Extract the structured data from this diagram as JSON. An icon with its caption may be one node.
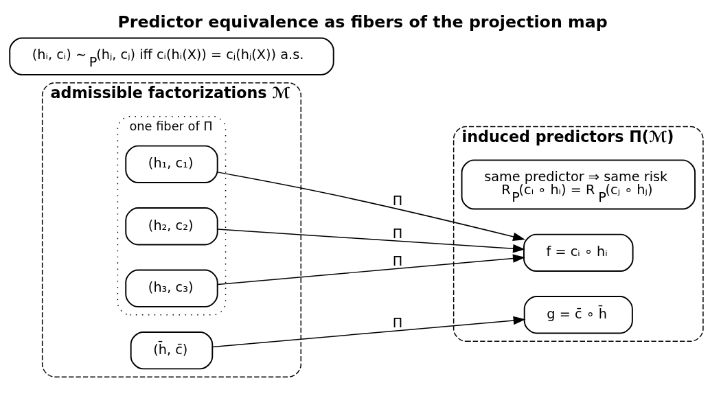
{
  "diagram": {
    "title": "Predictor equivalence as fibers of the projection map",
    "nodes": [
      {
        "text": [
          "admissible factorizations ℳ"
        ]
      },
      {
        "text": [
          "one fiber of Π"
        ],
        "in": 0
      },
      {
        "text": [
          "(h₁, c₁)"
        ],
        "in": 1
      },
      {
        "text": [
          "(h₂, c₂)"
        ],
        "in": 1
      },
      {
        "text": [
          "(h₃, c₃)"
        ],
        "in": 1
      },
      {
        "text": [
          "(h̄, c̄)"
        ],
        "in": 0
      },
      {
        "text": [
          "induced predictors Π(ℳ)"
        ]
      },
      {
        "text": [
          "same predictor ⇒ same risk",
          "R$_{P}$(cᵢ ∘ hᵢ) = R$_{P}$(cⱼ ∘ hⱼ)"
        ],
        "in": 6
      },
      {
        "text": [
          "f = cᵢ ∘ hᵢ"
        ],
        "in": 6
      },
      {
        "text": [
          "g = c̄ ∘ h̄"
        ],
        "in": 6
      },
      {
        "text": [
          "(hᵢ, cᵢ) ∼$_{P}$(hⱼ, cⱼ) iff cᵢ(hᵢ(X)) = cⱼ(hⱼ(X)) a.s."
        ]
      }
    ],
    "edges": [
      {
        "from": 2,
        "to": 8,
        "arrow": "to",
        "label": "Π"
      },
      {
        "from": 3,
        "to": 8,
        "arrow": "to",
        "label": "Π"
      },
      {
        "from": 4,
        "to": 8,
        "arrow": "to",
        "label": "Π"
      },
      {
        "from": 5,
        "to": 9,
        "arrow": "to",
        "label": "Π"
      }
    ]
  }
}
